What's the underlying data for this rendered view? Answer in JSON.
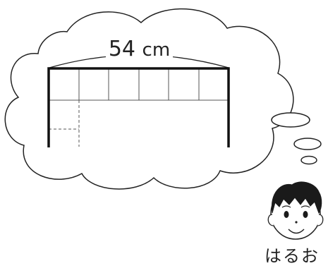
{
  "measurement": {
    "value": "54",
    "unit": "cm"
  },
  "character": {
    "name": "はるお"
  },
  "colors": {
    "stroke": "#222222",
    "frame": "#111111",
    "background": "#ffffff"
  },
  "icons": [
    "thought-cloud-icon",
    "thought-bubble-icon",
    "boy-face-icon"
  ]
}
